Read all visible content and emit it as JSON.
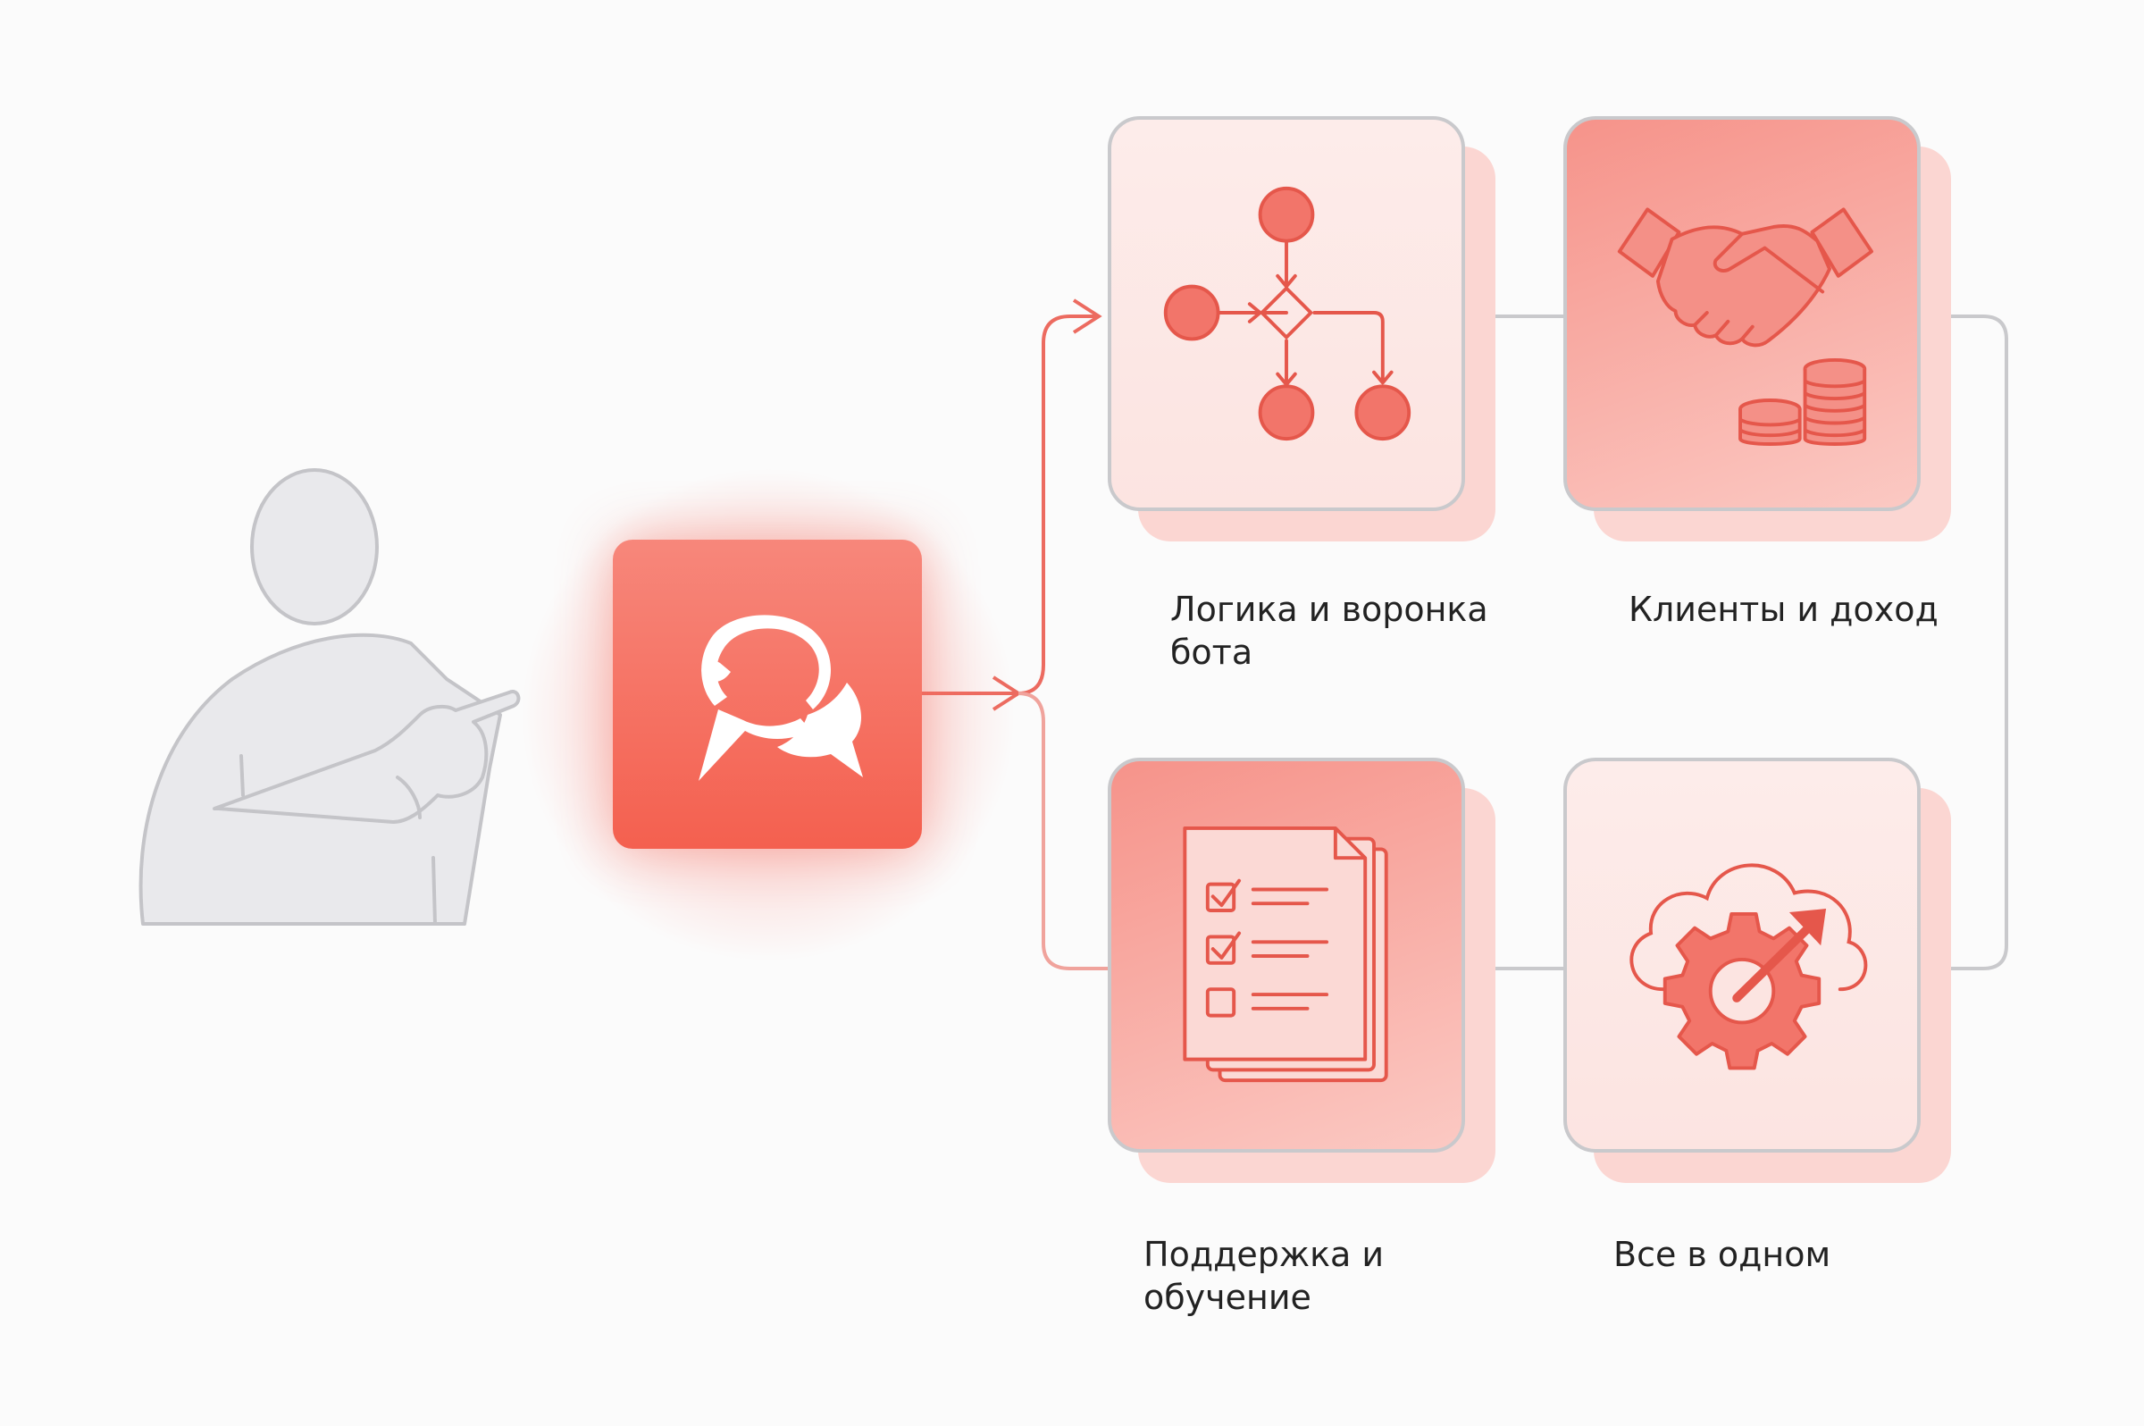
{
  "colors": {
    "accent": "#f4604f",
    "accent_light": "#fce4e1",
    "line": "#c9c9cc",
    "person": "#e9e9ec",
    "text": "#222222"
  },
  "person": {
    "icon": "pointing-person-icon"
  },
  "logo": {
    "icon": "chat-bubbles-logo-icon"
  },
  "cards": [
    {
      "id": "logic",
      "icon": "flowchart-icon",
      "label": "Логика и воронка бота"
    },
    {
      "id": "clients",
      "icon": "handshake-coins-icon",
      "label": "Клиенты и доход"
    },
    {
      "id": "support",
      "icon": "checklist-documents-icon",
      "label": "Поддержка и обучение"
    },
    {
      "id": "allinone",
      "icon": "cloud-gear-icon",
      "label": "Все в одном"
    }
  ]
}
